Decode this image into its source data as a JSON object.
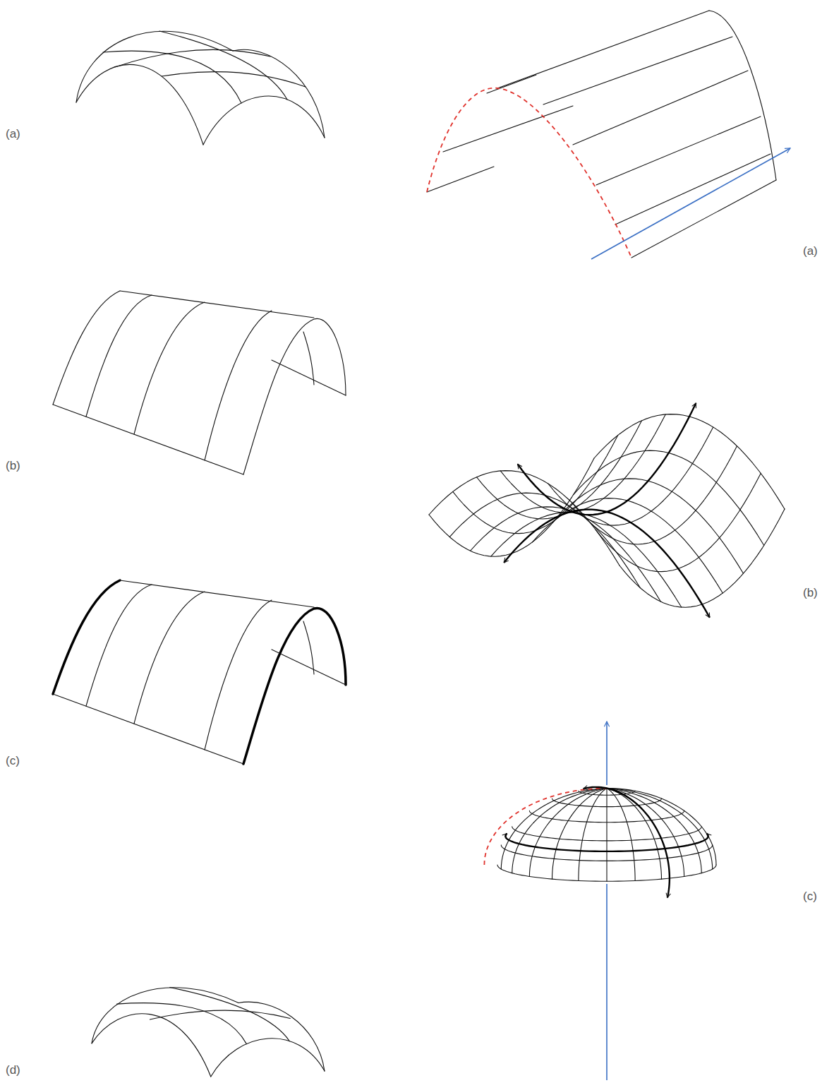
{
  "diagram": {
    "labels": [
      "(a)",
      "(b)",
      "(c)",
      "(d)",
      "(a)",
      "(b)",
      "(c)"
    ]
  }
}
